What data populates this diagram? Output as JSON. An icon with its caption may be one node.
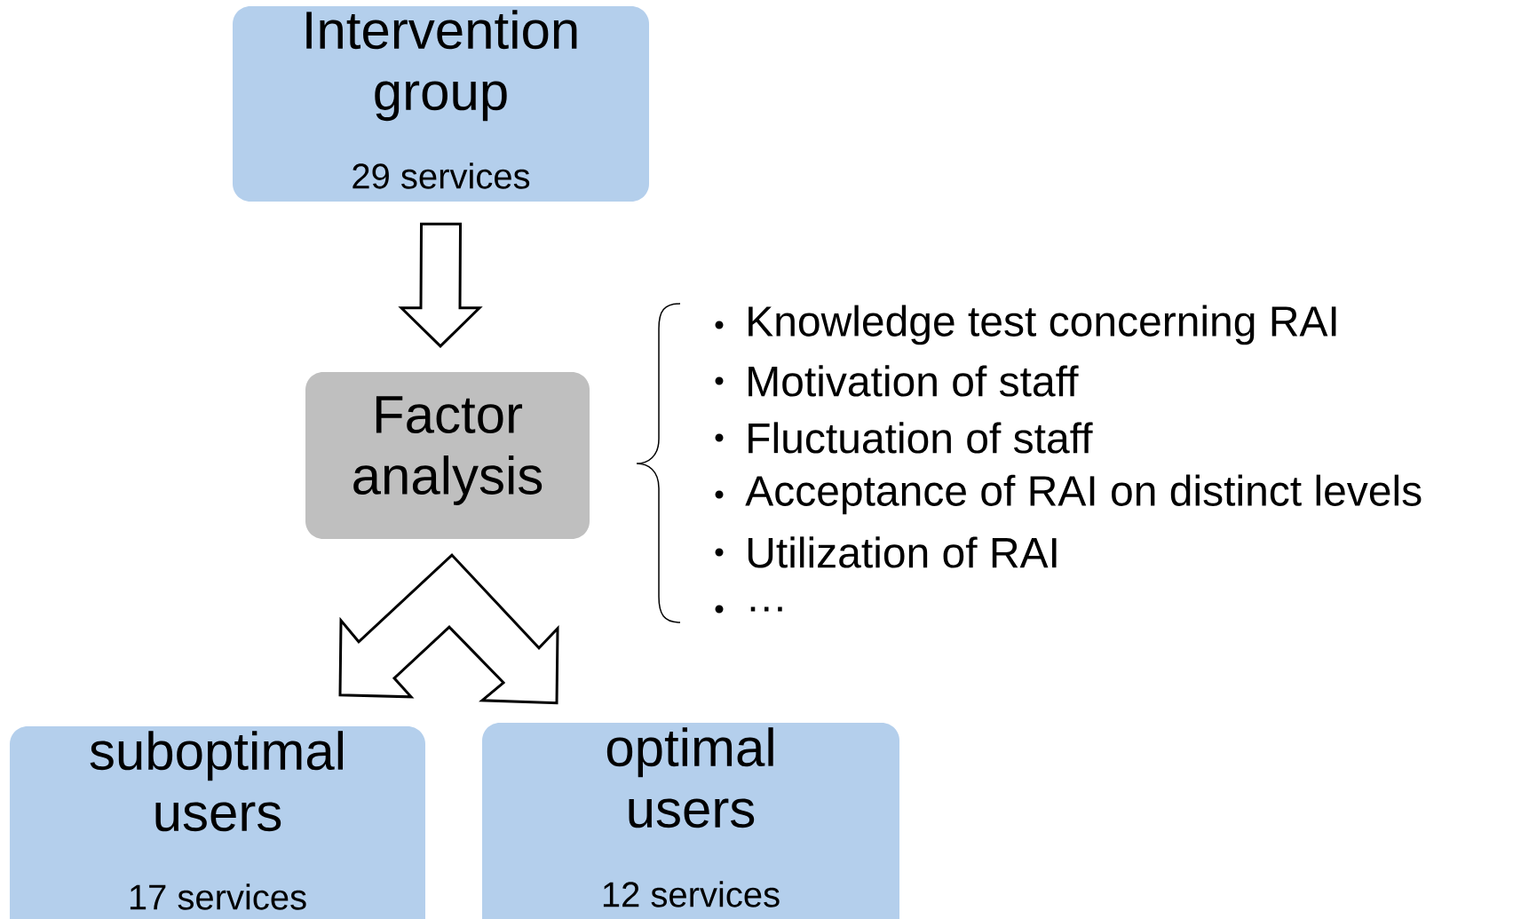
{
  "diagram": {
    "nodes": [
      {
        "text": [
          "Intervention group",
          "29 services"
        ]
      },
      {
        "text": [
          "Factor analysis"
        ]
      },
      {
        "text": [
          "suboptimal users",
          "17 services"
        ]
      },
      {
        "text": [
          "optimal users",
          "12 services"
        ]
      }
    ],
    "edges": [
      {
        "from": 0,
        "to": 1,
        "arrow": "to"
      },
      {
        "from": 1,
        "to": 2,
        "arrow": "to"
      },
      {
        "from": 1,
        "to": 3,
        "arrow": "to"
      }
    ],
    "labels": [
      "Knowledge test concerning RAI",
      "Motivation of staff",
      "Fluctuation of staff",
      "Acceptance of RAI on distinct levels",
      "Utilization of RAI",
      "…"
    ]
  }
}
